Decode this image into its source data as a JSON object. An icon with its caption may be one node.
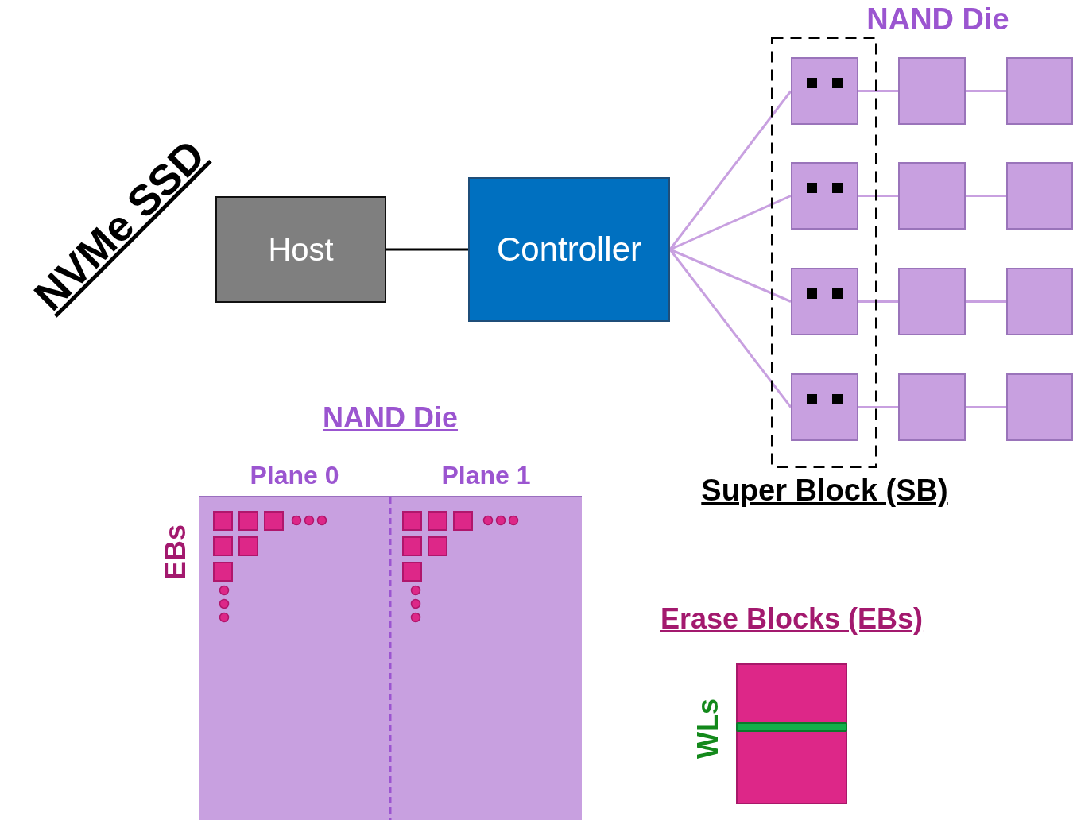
{
  "diagram": {
    "title": "NVMe SSD",
    "nodes": [
      {
        "text": [
          "Host"
        ]
      },
      {
        "text": [
          "Controller"
        ]
      },
      {
        "text": [
          "Super Block (SB)"
        ]
      },
      {
        "text": [],
        "shape": "box",
        "in": 2
      },
      {
        "text": [],
        "shape": "box",
        "in": 2
      },
      {
        "text": [],
        "shape": "box",
        "in": 2
      },
      {
        "text": [],
        "shape": "box",
        "in": 2
      },
      {
        "text": [],
        "shape": "box"
      },
      {
        "text": [],
        "shape": "box"
      },
      {
        "text": [],
        "shape": "box"
      },
      {
        "text": [],
        "shape": "box"
      },
      {
        "text": [],
        "shape": "box"
      },
      {
        "text": [],
        "shape": "box"
      },
      {
        "text": [],
        "shape": "box"
      },
      {
        "text": [],
        "shape": "box"
      },
      {
        "text": [
          "NAND Die"
        ]
      },
      {
        "text": [
          "Plane 0"
        ],
        "in": 15
      },
      {
        "text": [
          "Plane 1"
        ],
        "in": 15
      },
      {
        "text": [],
        "shape": "box",
        "in": 16
      },
      {
        "text": [],
        "shape": "box",
        "in": 16
      },
      {
        "text": [],
        "shape": "box",
        "in": 16
      },
      {
        "text": [],
        "shape": "box",
        "in": 16
      },
      {
        "text": [],
        "shape": "box",
        "in": 16
      },
      {
        "text": [],
        "shape": "box",
        "in": 16
      },
      {
        "text": [],
        "shape": "box",
        "in": 17
      },
      {
        "text": [],
        "shape": "box",
        "in": 17
      },
      {
        "text": [],
        "shape": "box",
        "in": 17
      },
      {
        "text": [],
        "shape": "box",
        "in": 17
      },
      {
        "text": [],
        "shape": "box",
        "in": 17
      },
      {
        "text": [],
        "shape": "box",
        "in": 17
      },
      {
        "text": [
          "Erase Blocks (EBs)"
        ]
      },
      {
        "text": [],
        "shape": "bar",
        "in": 30,
        "beside": [
          "WLs"
        ]
      }
    ],
    "edges": [
      {
        "from": 0,
        "to": 1,
        "arrow": "none",
        "color": "#000000"
      },
      {
        "from": 1,
        "to": 3,
        "arrow": "none"
      },
      {
        "from": 1,
        "to": 4,
        "arrow": "none"
      },
      {
        "from": 1,
        "to": 5,
        "arrow": "none"
      },
      {
        "from": 1,
        "to": 6,
        "arrow": "none"
      },
      {
        "from": 3,
        "to": 7,
        "arrow": "none"
      },
      {
        "from": 7,
        "to": 8,
        "arrow": "none"
      },
      {
        "from": 4,
        "to": 9,
        "arrow": "none"
      },
      {
        "from": 9,
        "to": 10,
        "arrow": "none"
      },
      {
        "from": 5,
        "to": 11,
        "arrow": "none"
      },
      {
        "from": 11,
        "to": 12,
        "arrow": "none"
      },
      {
        "from": 6,
        "to": 13,
        "arrow": "none"
      },
      {
        "from": 13,
        "to": 14,
        "arrow": "none"
      }
    ],
    "labels": [
      "NAND Die",
      "EBs"
    ]
  }
}
